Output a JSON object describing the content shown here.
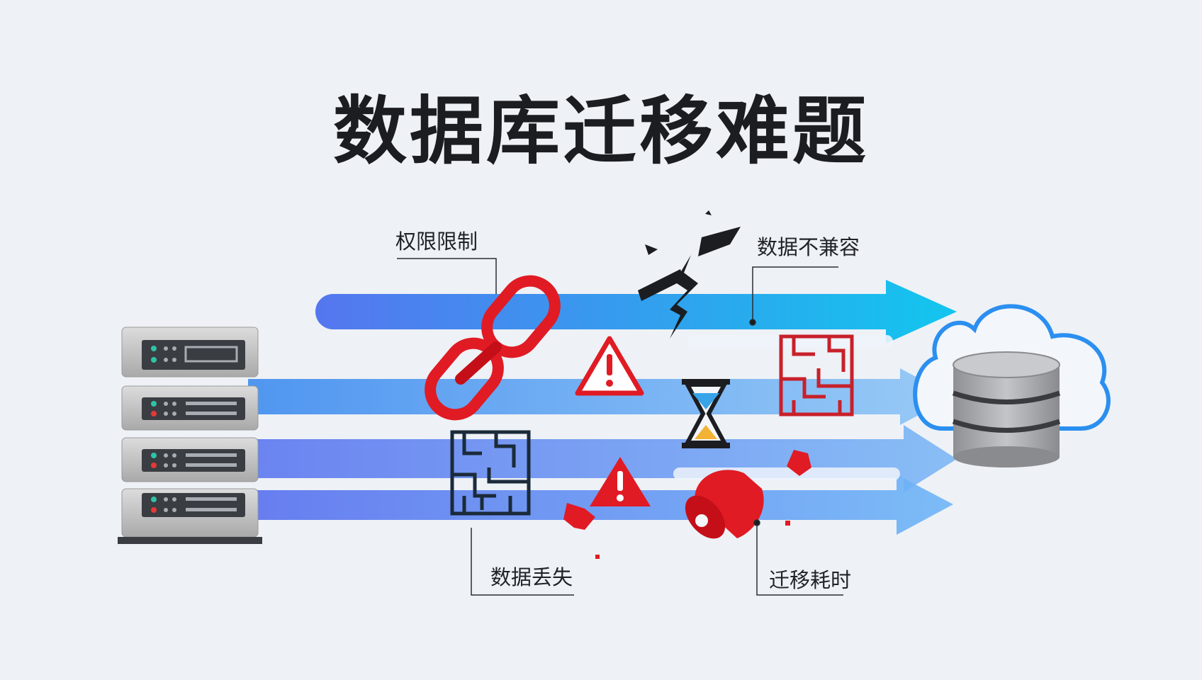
{
  "title": "数据库迁移难题",
  "labels": {
    "permission": "权限限制",
    "incompatible": "数据不兼容",
    "loss": "数据丢失",
    "time": "迁移耗时"
  },
  "icons": {
    "source": "server-rack-icon",
    "target": "cloud-database-icon",
    "permission": "broken-chain-icon",
    "incompatible": "lightning-crack-icon",
    "loss": "maze-icon",
    "time": "hourglass-icon",
    "warning": "warning-triangle-icon",
    "alarm": "alarm-bell-icon"
  },
  "colors": {
    "flow_start": "#5b7cf0",
    "flow_end": "#21c3ee",
    "danger": "#e01b24",
    "cloud": "#2b8ff0"
  }
}
